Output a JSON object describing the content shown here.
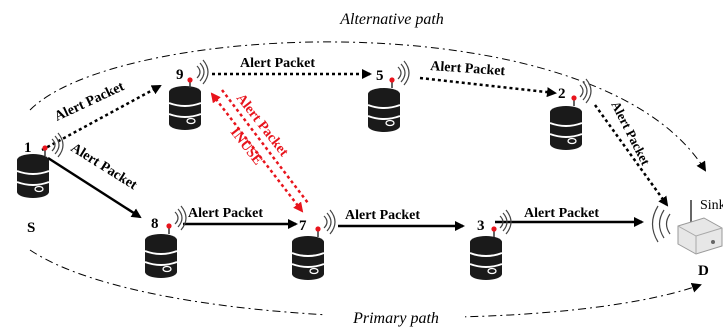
{
  "paths": {
    "alternative": "Alternative path",
    "primary": "Primary path"
  },
  "nodes": {
    "n1": "1",
    "n9": "9",
    "n5": "5",
    "n2": "2",
    "n8": "8",
    "n7": "7",
    "n3": "3",
    "source": "S",
    "destination": "D",
    "sink": "Sink"
  },
  "links": {
    "l1_9": "Alert Packet",
    "l9_5": "Alert Packet",
    "l5_2": "Alert Packet",
    "l1_8": "Alert Packet",
    "l8_7": "Alert Packet",
    "l7_3": "Alert Packet",
    "l3_d": "Alert Packet",
    "l9_7": "Alert Packet",
    "l2_d": "Alert Packet",
    "inuse": "INUSE"
  },
  "colors": {
    "red": "#e8141c",
    "black": "#000000"
  }
}
